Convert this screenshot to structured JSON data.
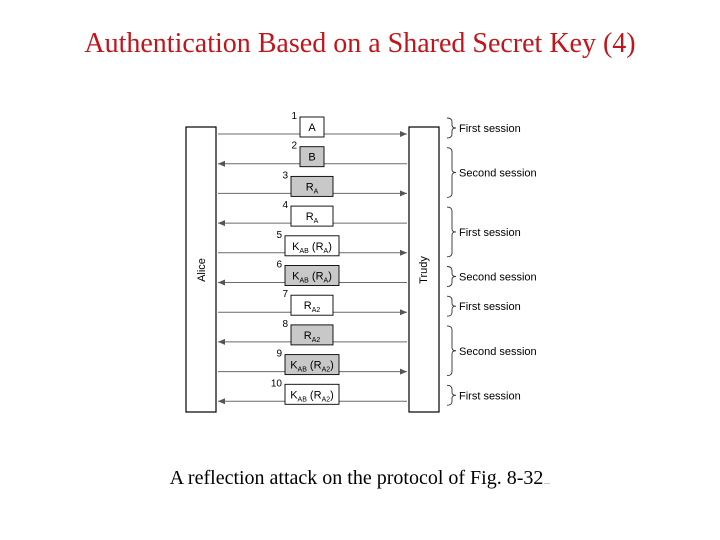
{
  "title": "Authentication Based on a Shared Secret Key (4)",
  "colors": {
    "title": "#c0151b",
    "text": "#000000",
    "box_white": "#ffffff",
    "box_gray": "#c8c8c8",
    "line": "#6a6a6a"
  },
  "diagram": {
    "left_party": "Alice",
    "right_party": "Trudy",
    "messages": [
      {
        "number": "1",
        "direction": "to-trudy",
        "shaded": false,
        "main": "A",
        "paren": ""
      },
      {
        "number": "2",
        "direction": "to-alice",
        "shaded": true,
        "main": "B",
        "paren": ""
      },
      {
        "number": "3",
        "direction": "to-trudy",
        "shaded": true,
        "main": "RA",
        "paren": ""
      },
      {
        "number": "4",
        "direction": "to-alice",
        "shaded": false,
        "main": "RA",
        "paren": ""
      },
      {
        "number": "5",
        "direction": "to-trudy",
        "shaded": false,
        "main": "KAB",
        "paren": "RA"
      },
      {
        "number": "6",
        "direction": "to-alice",
        "shaded": true,
        "main": "KAB",
        "paren": "RA"
      },
      {
        "number": "7",
        "direction": "to-trudy",
        "shaded": false,
        "main": "RA2",
        "paren": ""
      },
      {
        "number": "8",
        "direction": "to-alice",
        "shaded": true,
        "main": "RA2",
        "paren": ""
      },
      {
        "number": "9",
        "direction": "to-trudy",
        "shaded": true,
        "main": "KAB",
        "paren": "RA2"
      },
      {
        "number": "10",
        "direction": "to-alice",
        "shaded": false,
        "main": "KAB",
        "paren": "RA2"
      }
    ],
    "sessions": [
      {
        "label": "First session",
        "from_message": "1",
        "to_message": "1"
      },
      {
        "label": "Second session",
        "from_message": "2",
        "to_message": "3"
      },
      {
        "label": "First session",
        "from_message": "4",
        "to_message": "5"
      },
      {
        "label": "Second session",
        "from_message": "6",
        "to_message": "6"
      },
      {
        "label": "First session",
        "from_message": "7",
        "to_message": "7"
      },
      {
        "label": "Second session",
        "from_message": "8",
        "to_message": "9"
      },
      {
        "label": "First session",
        "from_message": "10",
        "to_message": "10"
      }
    ]
  },
  "caption": "A reflection attack on the protocol of Fig. 8-32"
}
